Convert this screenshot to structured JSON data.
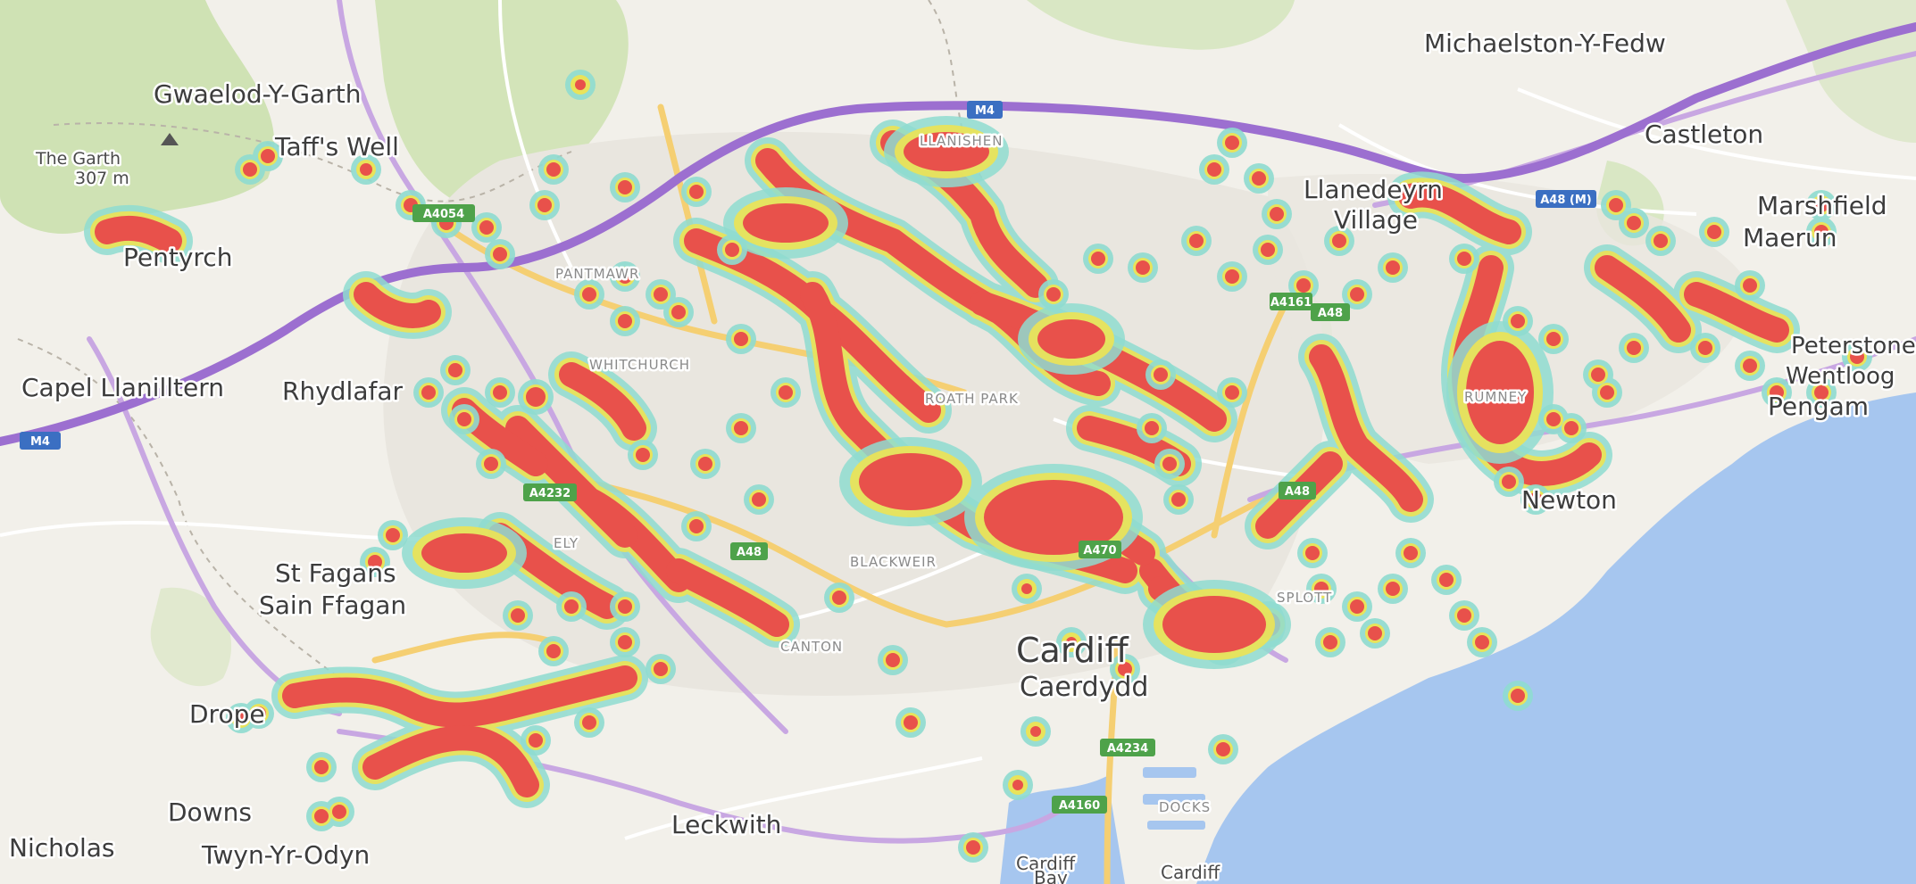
{
  "map": {
    "colors": {
      "land": "#f2f0ea",
      "water": "#a6c6ef",
      "park": "#cfe2b4",
      "urban": "#ece9e2",
      "motorway": "#9c6fd0",
      "a_road": "#f5cf72",
      "heat_outer": "#8fdcd0",
      "heat_mid": "#e9e35a",
      "heat_core": "#e8514b"
    },
    "places": {
      "michaelston": "Michaelston-Y-Fedw",
      "castleton": "Castleton",
      "marshfield": "Marshfield",
      "maerun": "Maerun",
      "peterstone": "Peterstone",
      "wentlooge": "Wentloog",
      "pengam": "Pengam",
      "newton": "Newton",
      "llanedeyrn": "Llanedeyrn",
      "village": "Village",
      "gwaelod": "Gwaelod-Y-Garth",
      "the_garth": "The Garth",
      "garth_height": "307 m",
      "taffs_well": "Taff's Well",
      "pentyrch": "Pentyrch",
      "capel": "Capel Llanilltern",
      "rhydlafar": "Rhydlafar",
      "st_fagans": "St Fagans",
      "sain_ffagan": "Sain Ffagan",
      "drope": "Drope",
      "downs": "Downs",
      "nicholas": "Nicholas",
      "twyn": "Twyn-Yr-Odyn",
      "leckwith": "Leckwith",
      "cardiff": "Cardiff",
      "caerdydd": "Caerdydd",
      "cardiff_bay": "Cardiff",
      "bay": "Bay",
      "cardiff_bay2": "Cardiff",
      "pantmawr": "PANTMAWR",
      "whitchurch": "WHITCHURCH",
      "roath_park": "ROATH PARK",
      "llanishen": "LLANISHEN",
      "canton": "CANTON",
      "blackweir": "BLACKWEIR",
      "ely": "ELY",
      "docks": "DOCKS",
      "rumney": "RUMNEY",
      "splott": "SPLOTT"
    },
    "roads": {
      "m4_west": "M4",
      "m4_north": "M4",
      "a48m": "A48 (M)",
      "a4054": "A4054",
      "a48_west": "A48",
      "a48_centre": "A48",
      "a48_east": "A48",
      "a4232": "A4232",
      "a4160": "A4160",
      "a470": "A470",
      "a4161": "A4161",
      "a4234": "A4234"
    }
  }
}
